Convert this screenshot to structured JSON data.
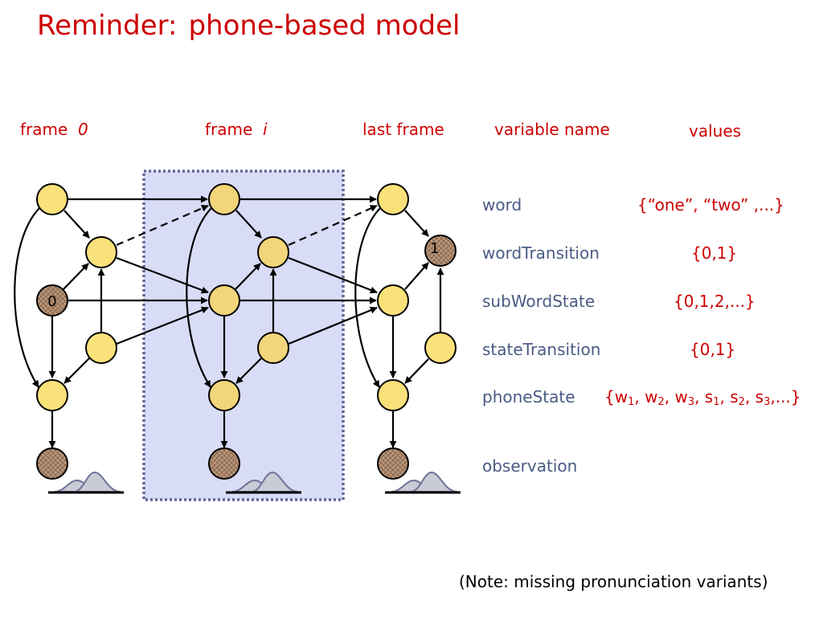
{
  "slide": {
    "title_lead": "Reminder:",
    "title_rest": "phone-based model",
    "note": "(Note: missing pronunciation variants)"
  },
  "headers": {
    "frame0_word": "frame",
    "frame0_index": "0",
    "framei_word": "frame",
    "framei_index": "i",
    "last_frame": "last frame",
    "variable_name": "variable name",
    "values": "values"
  },
  "variables": [
    {
      "name": "word",
      "values": "{“one”, “two” ,...}"
    },
    {
      "name": "wordTransition",
      "values": "{0,1}"
    },
    {
      "name": "subWordState",
      "values": "{0,1,2,...}"
    },
    {
      "name": "stateTransition",
      "values": "{0,1}"
    },
    {
      "name": "phoneState",
      "values_parts": [
        "{w",
        "1",
        ", w",
        "2",
        ", w",
        "3",
        ", s",
        "1",
        ", s",
        "2",
        ", s",
        "3",
        ",...}"
      ]
    },
    {
      "name": "observation",
      "values": ""
    }
  ],
  "node_labels": {
    "frame0_subword": "0",
    "last_wordtransition": "1"
  },
  "colors": {
    "title": "#cc0000",
    "variable_name": "#4a5b85",
    "node_fill_outer": "#fbe17a",
    "node_fill_inner": "#f3d57a",
    "observed_fill": "#b89579",
    "frame_box_fill": "#d9dcf7",
    "frame_box_border": "#616496"
  }
}
